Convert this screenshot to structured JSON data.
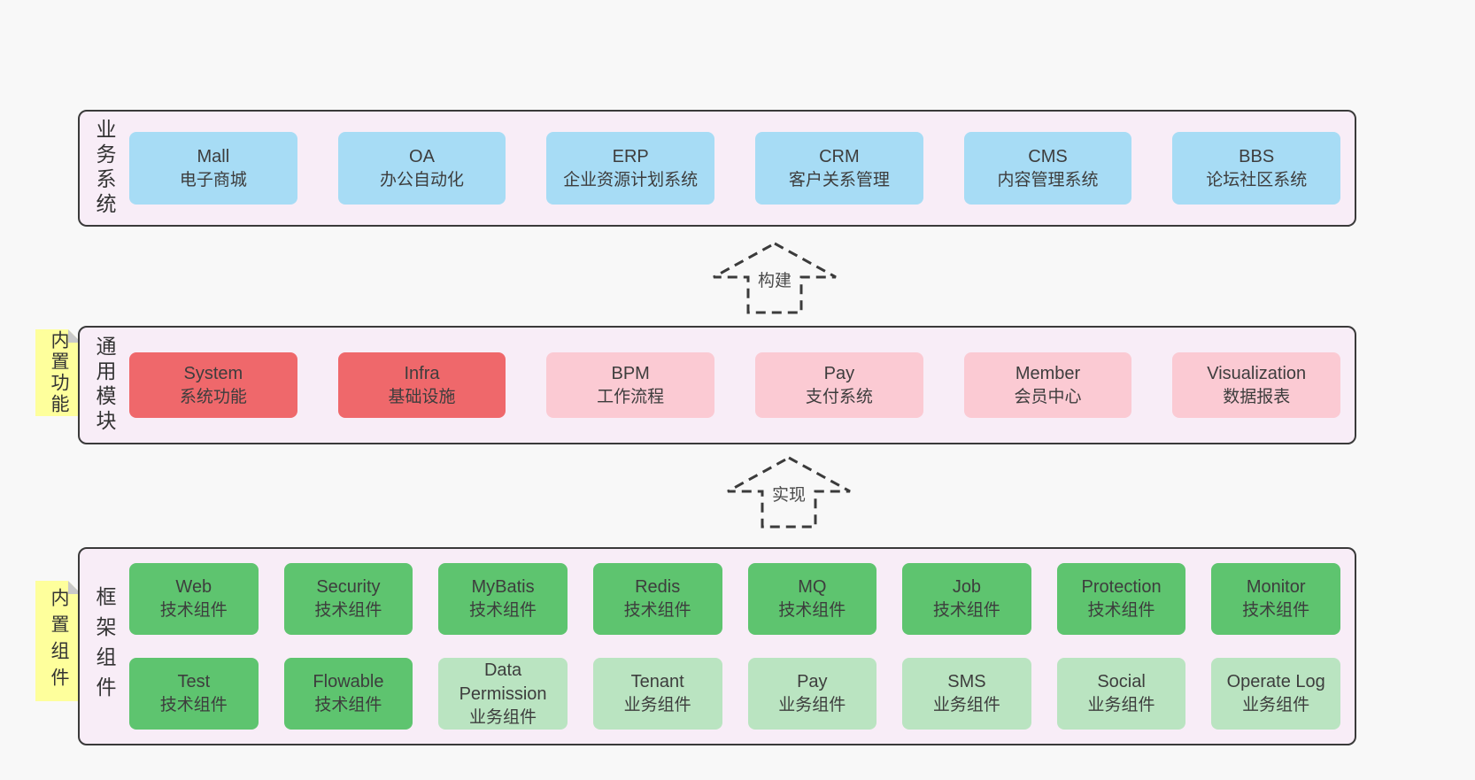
{
  "colors": {
    "blue": "#a7dcf5",
    "red": "#ef686b",
    "pink": "#fbcad3",
    "green": "#5ec46f",
    "lightgreen": "#bae4c1",
    "panel": "#f8edf7",
    "sticky": "#feff9c",
    "border": "#3a3a3a"
  },
  "sections": [
    {
      "label": "业务系统",
      "rows": [
        [
          {
            "name": "Mall",
            "desc": "电子商城",
            "color": "blue"
          },
          {
            "name": "OA",
            "desc": "办公自动化",
            "color": "blue"
          },
          {
            "name": "ERP",
            "desc": "企业资源计划系统",
            "color": "blue"
          },
          {
            "name": "CRM",
            "desc": "客户关系管理",
            "color": "blue"
          },
          {
            "name": "CMS",
            "desc": "内容管理系统",
            "color": "blue"
          },
          {
            "name": "BBS",
            "desc": "论坛社区系统",
            "color": "blue"
          }
        ]
      ]
    },
    {
      "label": "通用模块",
      "sticky": "内置功能",
      "rows": [
        [
          {
            "name": "System",
            "desc": "系统功能",
            "color": "red"
          },
          {
            "name": "Infra",
            "desc": "基础设施",
            "color": "red"
          },
          {
            "name": "BPM",
            "desc": "工作流程",
            "color": "pink"
          },
          {
            "name": "Pay",
            "desc": "支付系统",
            "color": "pink"
          },
          {
            "name": "Member",
            "desc": "会员中心",
            "color": "pink"
          },
          {
            "name": "Visualization",
            "desc": "数据报表",
            "color": "pink"
          }
        ]
      ]
    },
    {
      "label": "框架组件",
      "sticky": "内置组件",
      "rows": [
        [
          {
            "name": "Web",
            "desc": "技术组件",
            "color": "green"
          },
          {
            "name": "Security",
            "desc": "技术组件",
            "color": "green"
          },
          {
            "name": "MyBatis",
            "desc": "技术组件",
            "color": "green"
          },
          {
            "name": "Redis",
            "desc": "技术组件",
            "color": "green"
          },
          {
            "name": "MQ",
            "desc": "技术组件",
            "color": "green"
          },
          {
            "name": "Job",
            "desc": "技术组件",
            "color": "green"
          },
          {
            "name": "Protection",
            "desc": "技术组件",
            "color": "green"
          },
          {
            "name": "Monitor",
            "desc": "技术组件",
            "color": "green"
          }
        ],
        [
          {
            "name": "Test",
            "desc": "技术组件",
            "color": "green"
          },
          {
            "name": "Flowable",
            "desc": "技术组件",
            "color": "green"
          },
          {
            "name": "Data Permission",
            "desc": "业务组件",
            "color": "lightgreen"
          },
          {
            "name": "Tenant",
            "desc": "业务组件",
            "color": "lightgreen"
          },
          {
            "name": "Pay",
            "desc": "业务组件",
            "color": "lightgreen"
          },
          {
            "name": "SMS",
            "desc": "业务组件",
            "color": "lightgreen"
          },
          {
            "name": "Social",
            "desc": "业务组件",
            "color": "lightgreen"
          },
          {
            "name": "Operate Log",
            "desc": "业务组件",
            "color": "lightgreen"
          }
        ]
      ]
    }
  ],
  "arrows": [
    {
      "label": "构建"
    },
    {
      "label": "实现"
    }
  ]
}
